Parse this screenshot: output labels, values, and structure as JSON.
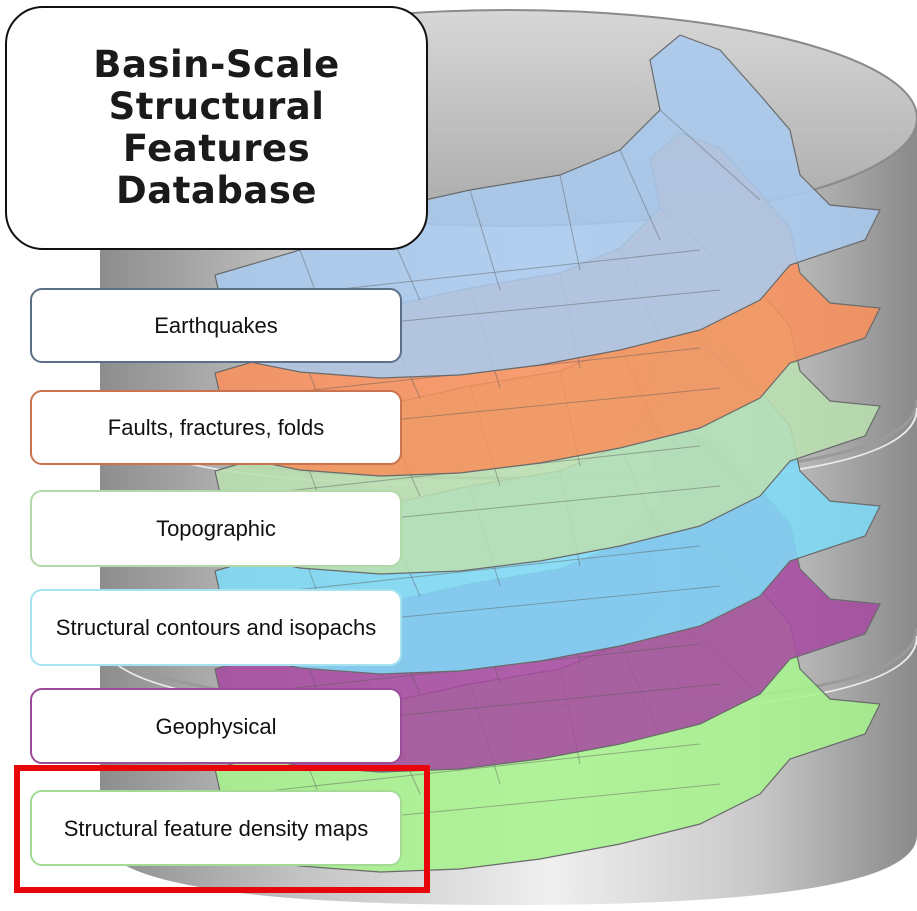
{
  "title": "Basin-Scale\nStructural\nFeatures\nDatabase",
  "layers": [
    {
      "label": "Earthquakes",
      "fill": "#a9c9ee",
      "border": "#5c6f88"
    },
    {
      "label": "Faults, fractures, folds",
      "fill": "#f7915d",
      "border": "#c97350"
    },
    {
      "label": "Topographic",
      "fill": "#b9dfb0",
      "border": "#b2d9a7"
    },
    {
      "label": "Structural contours and isopachs",
      "fill": "#7fd9f7",
      "border": "#a7e2f1"
    },
    {
      "label": "Geophysical",
      "fill": "#a64ba0",
      "border": "#9b4c99"
    },
    {
      "label": "Structural feature density maps",
      "fill": "#a7f28e",
      "border": "#a4d996"
    }
  ],
  "highlighted_layer": "Structural feature density maps",
  "highlight_color": "#e8060b"
}
